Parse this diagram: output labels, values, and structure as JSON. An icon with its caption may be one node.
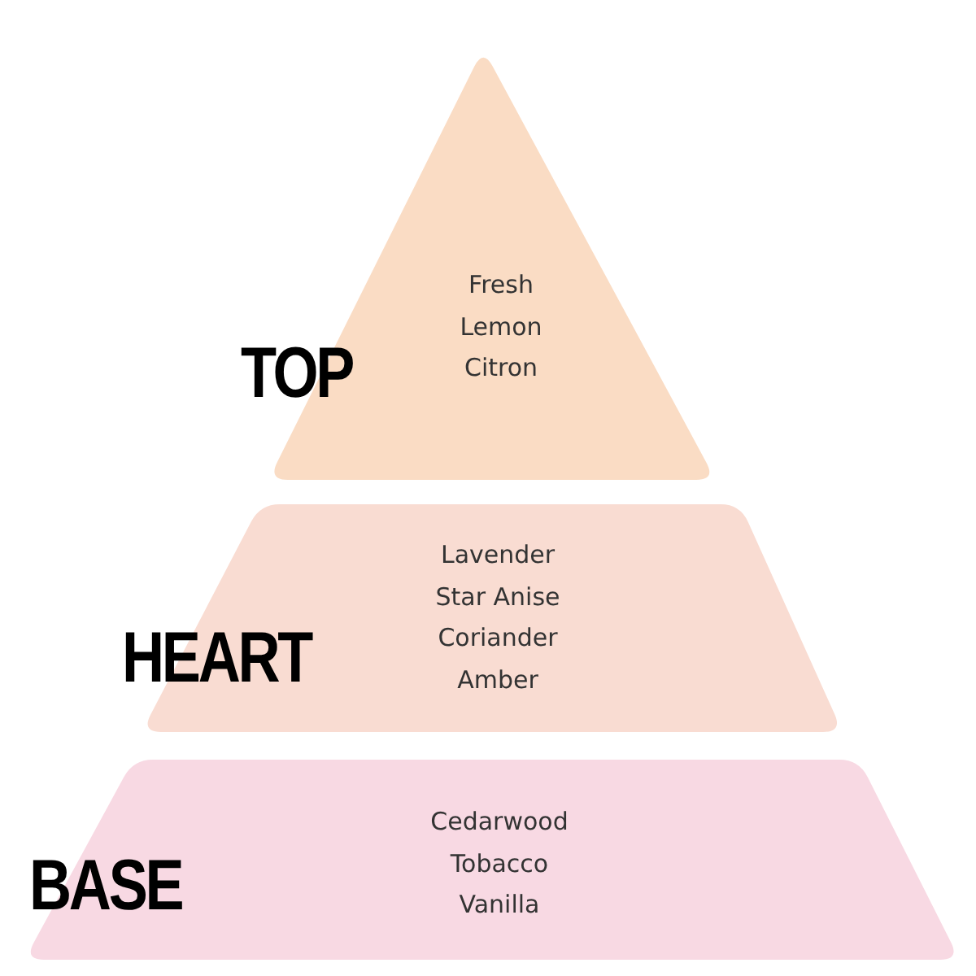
{
  "diagram": {
    "nodes": [
      {
        "text": [
          "TOP",
          "Fresh",
          "Lemon",
          "Citron"
        ]
      },
      {
        "text": [
          "HEART",
          "Lavender",
          "Star Anise",
          "Coriander",
          "Amber"
        ]
      },
      {
        "text": [
          "BASE",
          "Cedarwood",
          "Tobacco",
          "Vanilla"
        ]
      }
    ]
  }
}
